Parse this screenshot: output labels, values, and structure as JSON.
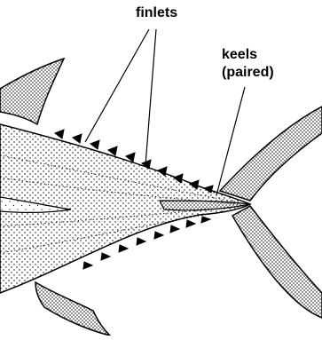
{
  "labels": {
    "finlets": "finlets",
    "keels_line1": "keels",
    "keels_line2": "(paired)"
  },
  "colors": {
    "ink": "#000000",
    "background": "#ffffff"
  }
}
